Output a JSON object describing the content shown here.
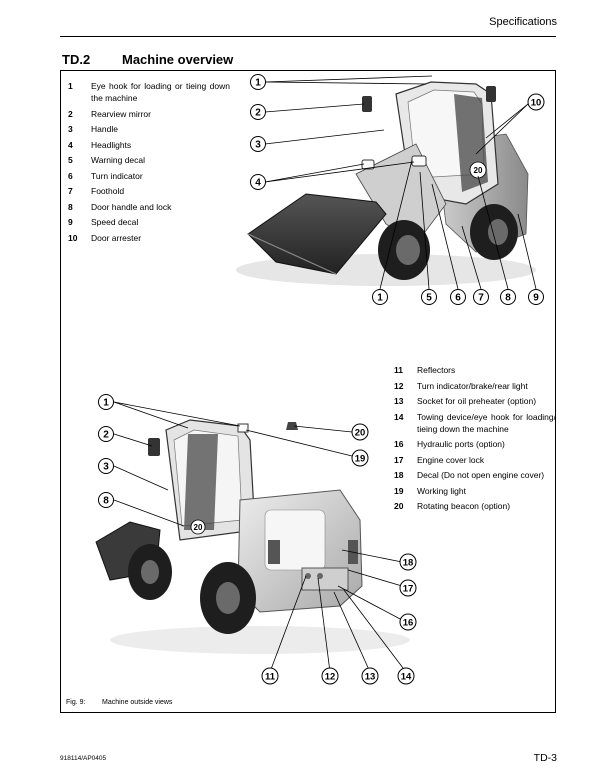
{
  "header": {
    "section_name": "Specifications"
  },
  "section": {
    "number": "TD.2",
    "title": "Machine overview"
  },
  "legend_top": [
    {
      "num": "1",
      "text": "Eye hook for loading or tieing down the machine"
    },
    {
      "num": "2",
      "text": "Rearview mirror"
    },
    {
      "num": "3",
      "text": "Handle"
    },
    {
      "num": "4",
      "text": "Headlights"
    },
    {
      "num": "5",
      "text": "Warning decal"
    },
    {
      "num": "6",
      "text": "Turn indicator"
    },
    {
      "num": "7",
      "text": "Foothold"
    },
    {
      "num": "8",
      "text": "Door handle and lock"
    },
    {
      "num": "9",
      "text": "Speed decal"
    },
    {
      "num": "10",
      "text": "Door arrester"
    }
  ],
  "legend_bottom": [
    {
      "num": "11",
      "text": "Reflectors"
    },
    {
      "num": "12",
      "text": "Turn indicator/brake/rear light"
    },
    {
      "num": "13",
      "text": "Socket for oil preheater (option)"
    },
    {
      "num": "14",
      "text": "Towing device/eye hook for loading/ tieing down the machine"
    },
    {
      "num": "16",
      "text": "Hydraulic ports (option)"
    },
    {
      "num": "17",
      "text": "Engine cover lock"
    },
    {
      "num": "18",
      "text": "Decal (Do not open engine cover)"
    },
    {
      "num": "19",
      "text": "Working light"
    },
    {
      "num": "20",
      "text": "Rotating beacon (option)"
    }
  ],
  "figure_top": {
    "speed_decal": "20",
    "callouts": [
      "1",
      "2",
      "3",
      "4",
      "10",
      "1",
      "5",
      "6",
      "7",
      "8",
      "9"
    ]
  },
  "figure_bottom": {
    "speed_decal": "20",
    "callouts": [
      "1",
      "2",
      "3",
      "8",
      "20",
      "19",
      "18",
      "17",
      "16",
      "11",
      "12",
      "13",
      "14"
    ]
  },
  "caption": {
    "label": "Fig. 9:",
    "text": "Machine outside views"
  },
  "footer": {
    "doc_id": "918114/AP0405",
    "page": "TD-3"
  }
}
